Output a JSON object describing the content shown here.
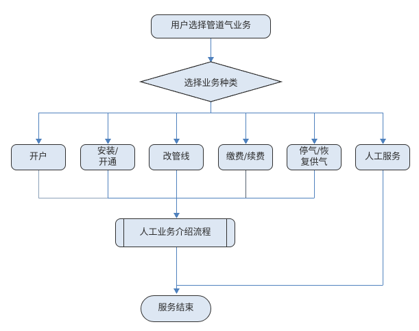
{
  "diagram": {
    "nodes": {
      "start": {
        "type": "terminator",
        "label": "用户选择管道气业务"
      },
      "decision": {
        "type": "decision",
        "label": "选择业务种类"
      },
      "options": [
        {
          "label": "开户"
        },
        {
          "label": "安装/\n开通"
        },
        {
          "label": "改管线"
        },
        {
          "label": "缴费/续费"
        },
        {
          "label": "停气/恢\n复供气"
        },
        {
          "label": "人工服务"
        }
      ],
      "process": {
        "type": "predefined-process",
        "label": "人工业务介绍流程"
      },
      "end": {
        "type": "terminator",
        "label": "服务结束"
      }
    },
    "colors": {
      "node_fill": "#dde7f3",
      "node_border": "#2f2f2f",
      "connector_blue": "#4f81bd",
      "connector_gray_light": "#8ba0b8",
      "connector_gray_dark": "#55616e",
      "text_color": "#2b2b2b"
    }
  }
}
